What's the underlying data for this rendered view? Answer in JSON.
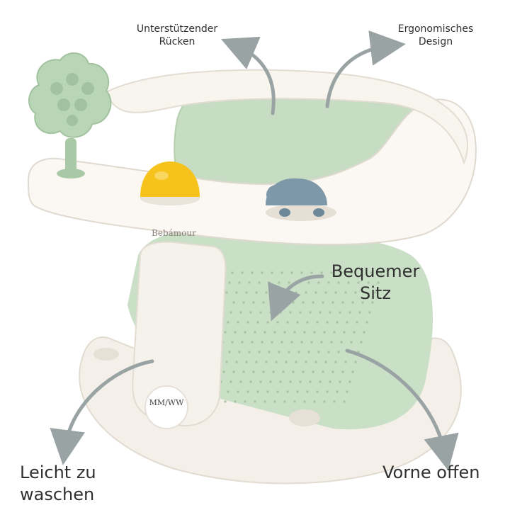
{
  "brand": "Bebámour",
  "emblem": "MM/WW",
  "colors": {
    "shell": "#f7f3ee",
    "seat_green": "#c9dfc6",
    "seat_green_dark": "#b4cfae",
    "tree_green": "#b8d6b6",
    "ball_yellow": "#f6c21c",
    "turtle_blue": "#7d98a8",
    "arrow": "#9aa3a3"
  },
  "labels": {
    "back": {
      "line1": "Unterstützender",
      "line2": "Rücken"
    },
    "design": {
      "line1": "Ergonomisches",
      "line2": "Design"
    },
    "seat": {
      "line1": "Bequemer",
      "line2": "Sitz"
    },
    "wash": {
      "line1": "Leicht zu",
      "line2": "waschen"
    },
    "open": {
      "line1": "Vorne offen"
    }
  },
  "icons": [
    "arrow-icon",
    "tree-toy-icon",
    "ball-toy-icon",
    "turtle-toy-icon",
    "brand-emblem-icon"
  ]
}
